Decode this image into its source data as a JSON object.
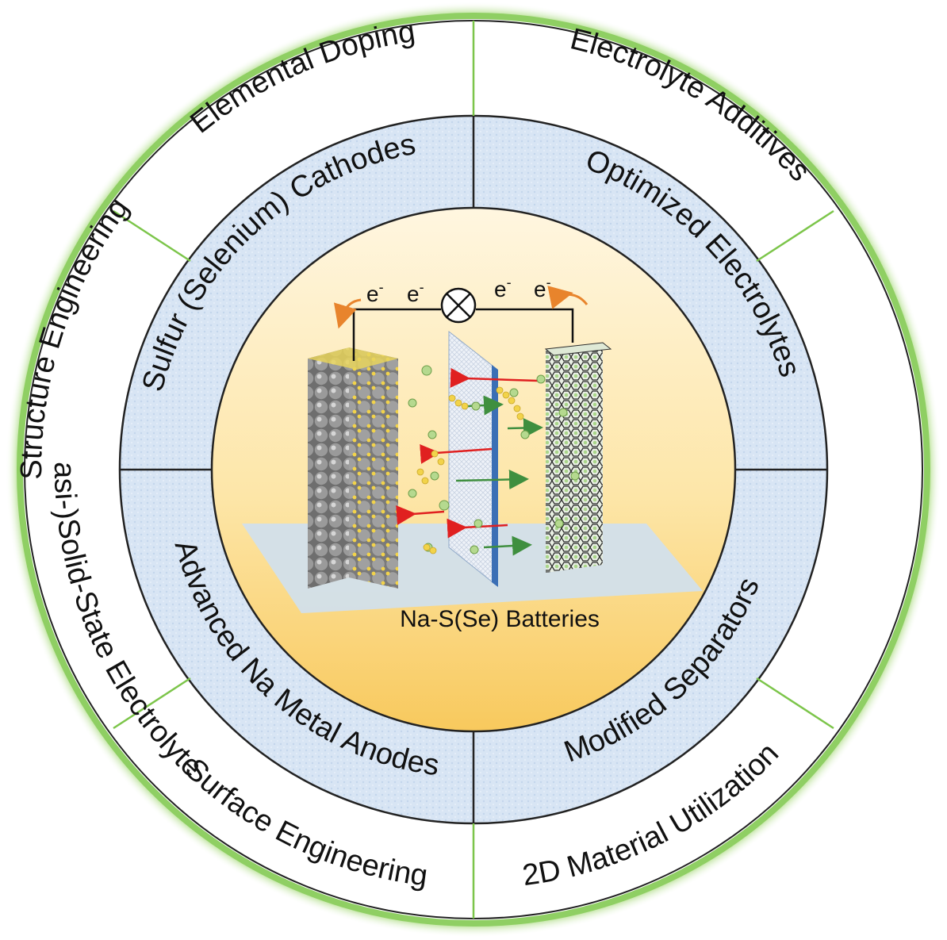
{
  "center": {
    "label": "Na-S(Se) Batteries",
    "electron_labels": [
      "e",
      "e",
      "e",
      "e"
    ],
    "electron_sup": "-"
  },
  "middle_ring": {
    "cathodes": "Sulfur (Selenium) Cathodes",
    "electrolytes": "Optimized Electrolytes",
    "anodes": "Advanced Na Metal Anodes",
    "separators": "Modified Separators"
  },
  "outer_ring": {
    "elemental_doping": "Elemental Doping",
    "electrolyte_additives": "Electrolyte Additives",
    "solid_state": "(Quasi-)Solid-State Electrolyte",
    "surface_engineering": "Surface Engineering",
    "material_2d": "2D Material Utilization",
    "structure_engineering": "Structure Engineering"
  },
  "colors": {
    "glow": "#7cc54a",
    "band_fill": "#d6e3f3",
    "center_top": "#fff3d6",
    "center_bottom": "#f7c85e",
    "arrow_red": "#e02020",
    "arrow_green": "#3f8f3f",
    "separator": "#3b6fb5",
    "sodium_ion": "#b5d98f",
    "sulfur": "#f2d34a",
    "cathode_sphere": "#8c8c8c"
  }
}
